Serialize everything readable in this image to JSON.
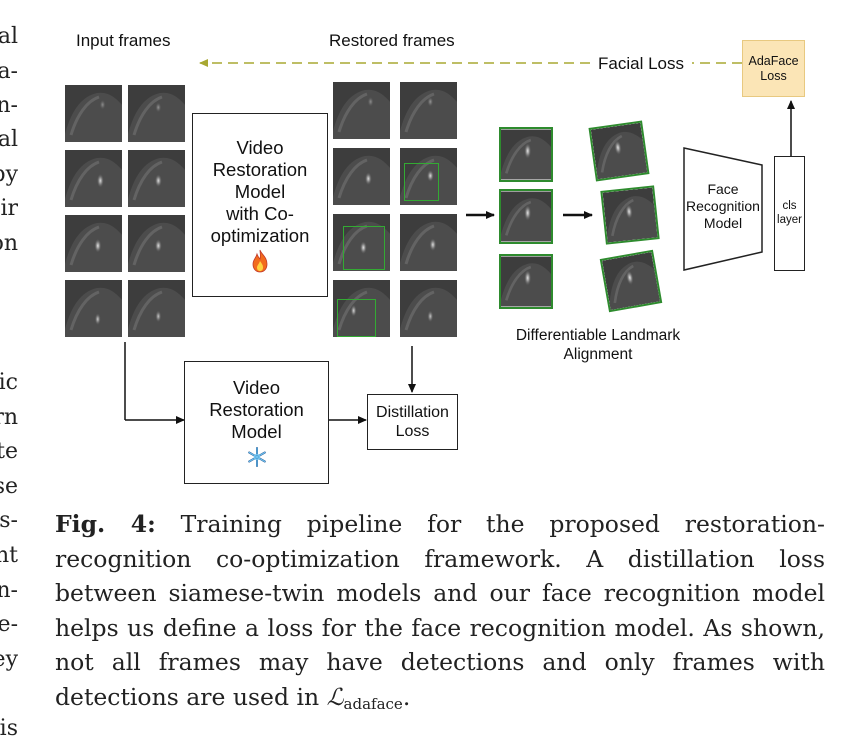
{
  "left_column_fragments": [
    "al",
    "a-",
    "n-",
    "al",
    "by",
    "ir",
    "on",
    "ic",
    "rn",
    "te",
    "se",
    "s-",
    "nt",
    "n-",
    "e-",
    "ey",
    "is"
  ],
  "figure": {
    "labels": {
      "input_frames": "Input frames",
      "restored_frames": "Restored frames",
      "facial_loss": "Facial Loss",
      "adaface_loss": "AdaFace\nLoss",
      "video_restoration_coopt": "Video\nRestoration\nModel\nwith Co-\noptimization",
      "video_restoration_frozen": "Video\nRestoration\nModel",
      "distillation_loss": "Distillation\nLoss",
      "face_recognition_model": "Face\nRecognition\nModel",
      "cls_layer": "cls\nlayer",
      "landmark_alignment": "Differentiable Landmark\nAlignment"
    },
    "icons": {
      "trainable": "fire-icon",
      "frozen": "snowflake-icon"
    },
    "colors": {
      "adaface_box": "#fbe5b6",
      "facial_loss_arrow": "#a8a832",
      "detection_box": "#33aa33"
    }
  },
  "caption": {
    "label": "Fig. 4:",
    "text": "Training pipeline for the proposed restoration-recognition co-optimization framework. A distillation loss between siamese-twin models and our face recognition model helps us define a loss for the face recognition model. As shown, not all frames may have detections and only frames with detections are used in",
    "math_symbol": "ℒ",
    "math_subscript": "adaface",
    "end": "."
  }
}
